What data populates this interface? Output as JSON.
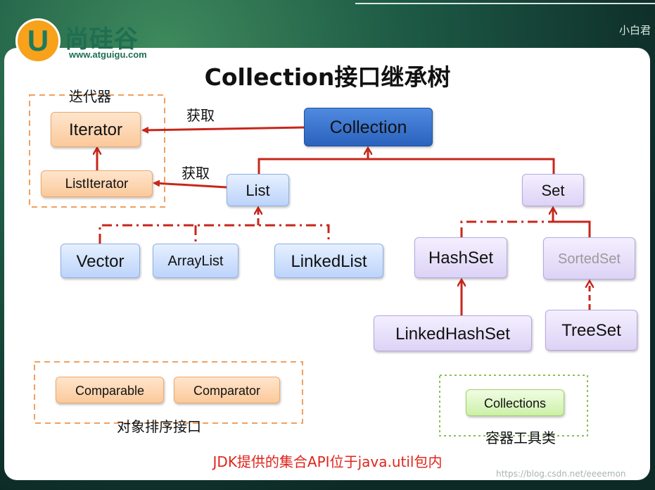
{
  "header": {
    "logo_cn": "尚硅谷",
    "logo_letter": "U",
    "logo_url": "www.atguigu.com",
    "corner_text": "小白君"
  },
  "title": "Collection接口继承树",
  "groups": {
    "iterator_group": "迭代器",
    "sort_group": "对象排序接口",
    "util_group": "容器工具类"
  },
  "edge_labels": {
    "collection_to_iterator": "获取",
    "list_to_listiterator": "获取"
  },
  "nodes": {
    "collection": "Collection",
    "iterator": "Iterator",
    "listiterator": "ListIterator",
    "list": "List",
    "set": "Set",
    "vector": "Vector",
    "arraylist": "ArrayList",
    "linkedlist": "LinkedList",
    "hashset": "HashSet",
    "sortedset": "SortedSet",
    "linkedhashset": "LinkedHashSet",
    "treeset": "TreeSet",
    "comparable": "Comparable",
    "comparator": "Comparator",
    "collections": "Collections"
  },
  "footer": "JDK提供的集合API位于java.util包内",
  "watermark": "https://blog.csdn.net/eeeemon",
  "colors": {
    "arrow": "#c8261b",
    "group_orange": "#f0a060",
    "group_green": "#8dbf55",
    "footer": "#e0241b"
  }
}
